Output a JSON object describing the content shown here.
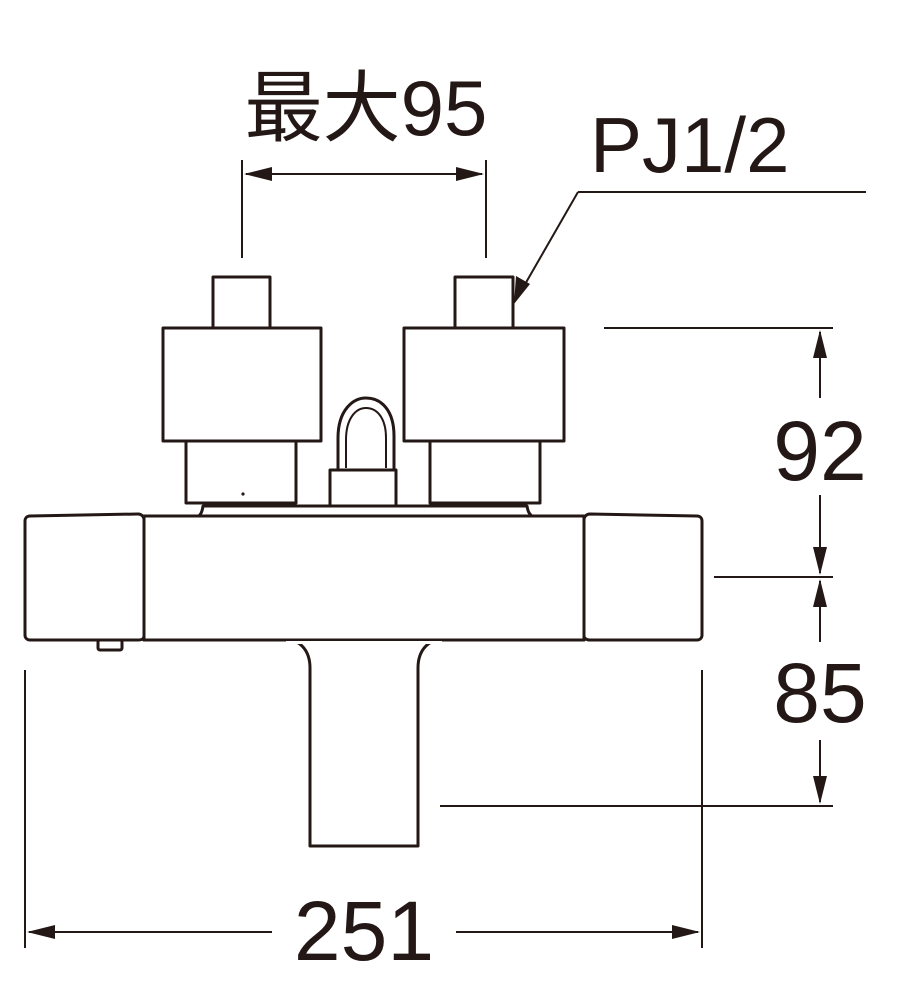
{
  "dimensions": {
    "max_pitch": "最大95",
    "thread": "PJ1/2",
    "upper_height": "92",
    "lower_height": "85",
    "total_width": "251"
  },
  "colors": {
    "line": "#231815",
    "background": "#ffffff"
  }
}
